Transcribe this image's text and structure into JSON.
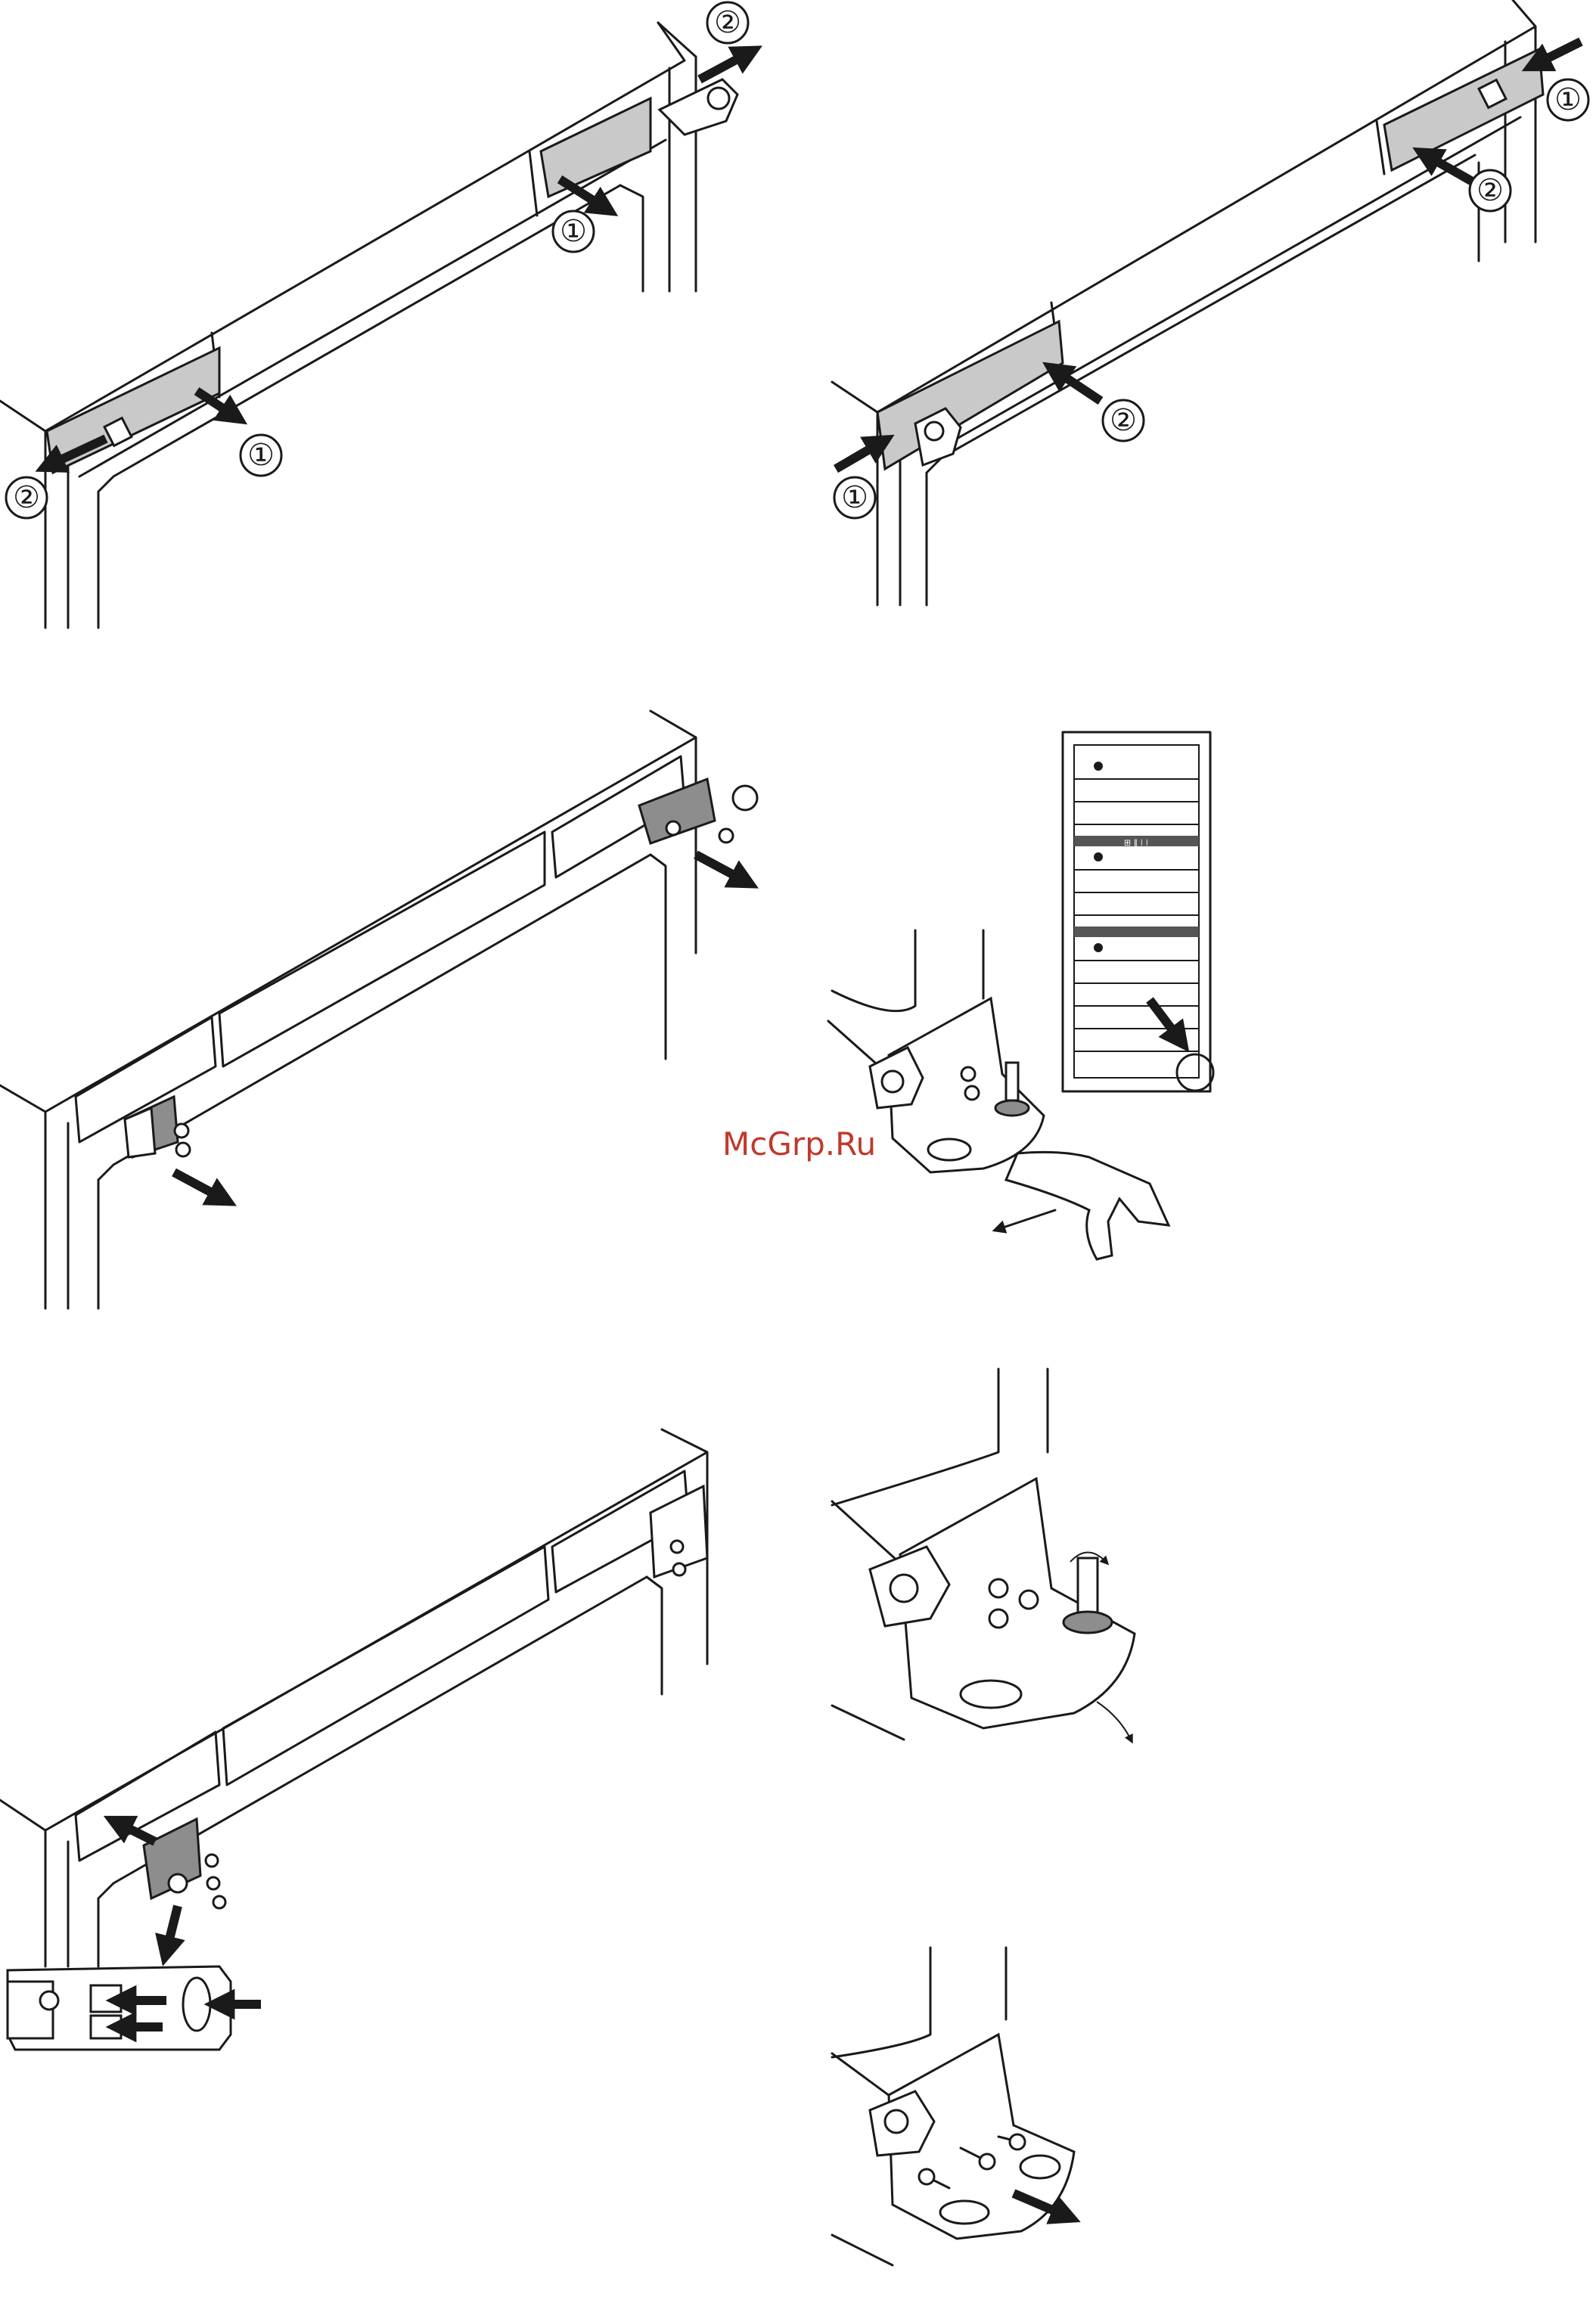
{
  "colors": {
    "line": "#1a1a1a",
    "panel_fill": "#c9c9c9",
    "watermark": "#c0392b"
  },
  "watermark": {
    "text": "McGrp.Ru"
  },
  "step_badges": {
    "one": "①",
    "two": "②"
  },
  "fridge_icon": {
    "label": "⊞ ‖ ⁞ ⁞"
  },
  "figures": [
    {
      "id": "fig-remove-covers"
    },
    {
      "id": "fig-fit-covers"
    },
    {
      "id": "fig-remove-hinge-blocks"
    },
    {
      "id": "fig-bottom-hinge-wrench"
    },
    {
      "id": "fig-refit-hinge-blocks"
    },
    {
      "id": "fig-bottom-hinge-pin"
    },
    {
      "id": "fig-remove-bottom-hinge"
    }
  ]
}
